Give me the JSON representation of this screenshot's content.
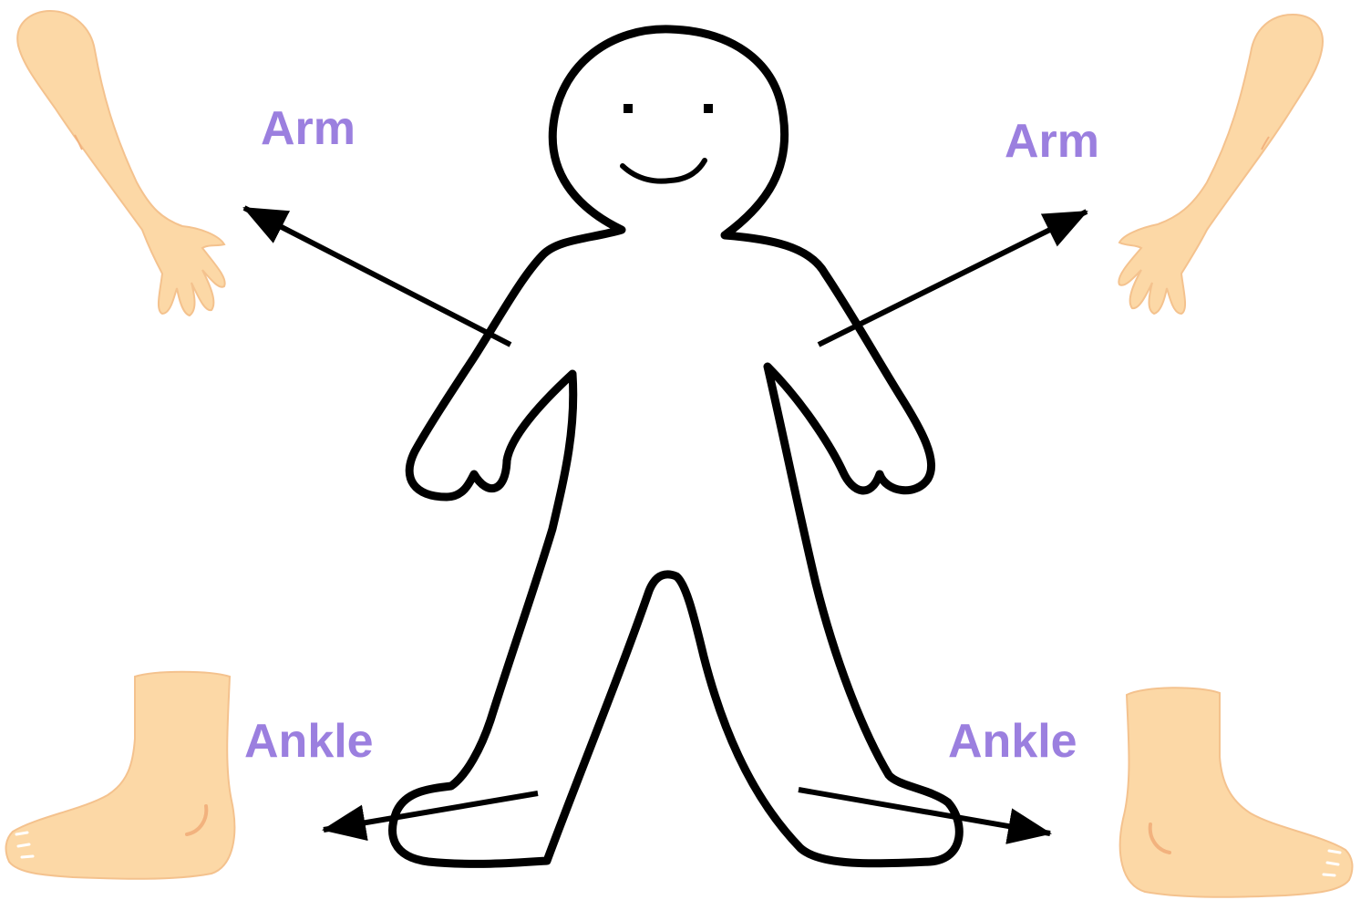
{
  "labels": {
    "arm_left": "Arm",
    "arm_right": "Arm",
    "ankle_left": "Ankle",
    "ankle_right": "Ankle"
  },
  "colors": {
    "label": "#9b7fdf",
    "skin": "#fcd8a6",
    "skin_outline": "#f4c28e",
    "skin_shade": "#f2b27e",
    "outline": "#000000",
    "arrow": "#000000",
    "background": "#ffffff"
  },
  "figure": {
    "expression": "smile",
    "icons": [
      "arm-icon",
      "arm-icon",
      "foot-icon",
      "foot-icon"
    ]
  }
}
